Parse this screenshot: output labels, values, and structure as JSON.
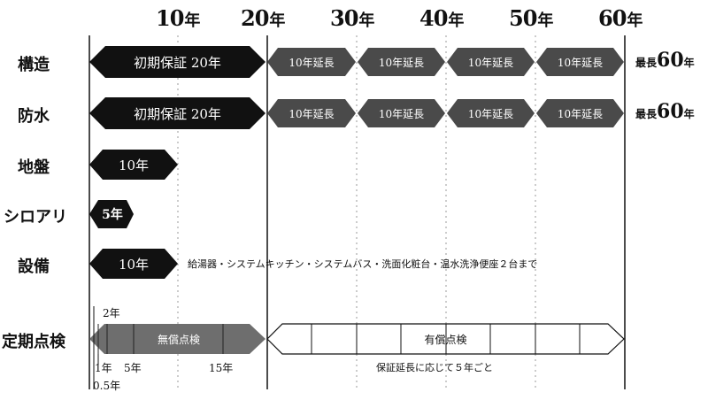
{
  "year_unit": "年",
  "years": [
    "10",
    "20",
    "30",
    "40",
    "50",
    "60"
  ],
  "rows": {
    "structure": {
      "label": "構造",
      "initial": "初期保証 20年",
      "extensions": [
        "10年延長",
        "10年延長",
        "10年延長",
        "10年延長"
      ],
      "max_prefix": "最長",
      "max_value": "60",
      "max_suffix": "年"
    },
    "waterproof": {
      "label": "防水",
      "initial": "初期保証 20年",
      "extensions": [
        "10年延長",
        "10年延長",
        "10年延長",
        "10年延長"
      ],
      "max_prefix": "最長",
      "max_value": "60",
      "max_suffix": "年"
    },
    "ground": {
      "label": "地盤",
      "bar": "10年"
    },
    "termite": {
      "label": "シロアリ",
      "bar": "5年"
    },
    "equipment": {
      "label": "設備",
      "bar": "10年",
      "note": "給湯器・システムキッチン・システムバス・洗面化粧台・温水洗浄便座２台まで"
    },
    "inspection": {
      "label": "定期点検",
      "free_label": "無償点検",
      "paid_label": "有償点検",
      "paid_note": "保証延長に応じて５年ごと",
      "ticks": {
        "y2": "2年",
        "y1": "1年",
        "y5": "5年",
        "y15": "15年",
        "y05": "0.5年"
      }
    }
  },
  "colors": {
    "dark": "#111111",
    "ext": "#4a4a4a",
    "free_inspection": "#6e6e6e",
    "line": "#111111",
    "dotted": "#9a9a9a"
  }
}
